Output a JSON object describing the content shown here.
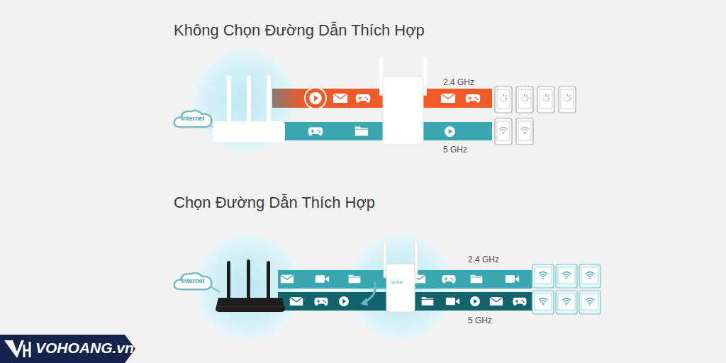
{
  "diagram": {
    "nodes": [
      {
        "text": [
          "Internet"
        ]
      },
      {
        "text": [
          "Internet"
        ]
      }
    ],
    "labels": [
      "Không Chọn Đường Dẫn Thích Hợp",
      "2.4 GHz",
      "5 GHz",
      "Chọn Đường Dẫn Thích Hợp",
      "2.4 GHz",
      "5 GHz",
      "tp-link",
      "VOHOANG.vn"
    ]
  }
}
